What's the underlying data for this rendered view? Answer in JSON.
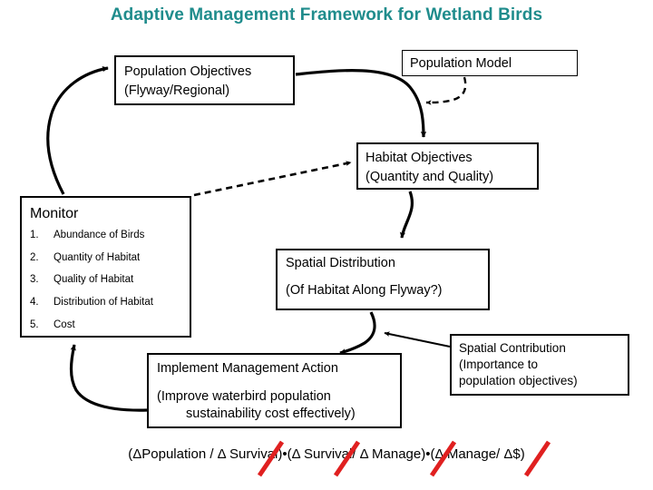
{
  "title": "Adaptive Management Framework for Wetland Birds",
  "colors": {
    "title": "#1F8C8C",
    "strike": "#E02020",
    "line": "#000000",
    "background": "#FFFFFF"
  },
  "boxes": {
    "population_objectives": {
      "line1": "Population Objectives",
      "line2": "(Flyway/Regional)"
    },
    "population_model": {
      "line1": "Population Model"
    },
    "habitat_objectives": {
      "line1": "Habitat Objectives",
      "line2": "(Quantity and Quality)"
    },
    "monitor": {
      "title": "Monitor",
      "items": [
        {
          "num": "1.",
          "label": "Abundance of Birds"
        },
        {
          "num": "2.",
          "label": "Quantity of Habitat"
        },
        {
          "num": "3.",
          "label": "Quality of Habitat"
        },
        {
          "num": "4.",
          "label": "Distribution of Habitat"
        },
        {
          "num": "5.",
          "label": "Cost"
        }
      ]
    },
    "spatial_distribution": {
      "line1": "Spatial Distribution",
      "line2": "(Of Habitat Along Flyway?)"
    },
    "implement_action": {
      "line1": "Implement Management Action",
      "line2": "(Improve waterbird population",
      "line3": "sustainability cost effectively)"
    },
    "spatial_contribution": {
      "line1": "Spatial Contribution",
      "line2": "(Importance to",
      "line3": "population objectives)"
    }
  },
  "formula": {
    "text": "(ΔPopulation / Δ Survival)•(Δ Survival/ Δ Manage)•(Δ Manage/ Δ$)",
    "strikes": 4
  },
  "connectors": [
    {
      "name": "monitor-to-population-objectives",
      "style": "solid"
    },
    {
      "name": "population-objectives-to-habitat-objectives",
      "style": "solid"
    },
    {
      "name": "population-model-to-feedback",
      "style": "dashed"
    },
    {
      "name": "monitor-to-habitat-objectives",
      "style": "dashed"
    },
    {
      "name": "habitat-objectives-to-spatial-distribution",
      "style": "solid"
    },
    {
      "name": "spatial-distribution-to-implement-action",
      "style": "solid"
    },
    {
      "name": "spatial-contribution-to-implement-action",
      "style": "solid"
    },
    {
      "name": "implement-action-to-monitor",
      "style": "solid"
    }
  ]
}
